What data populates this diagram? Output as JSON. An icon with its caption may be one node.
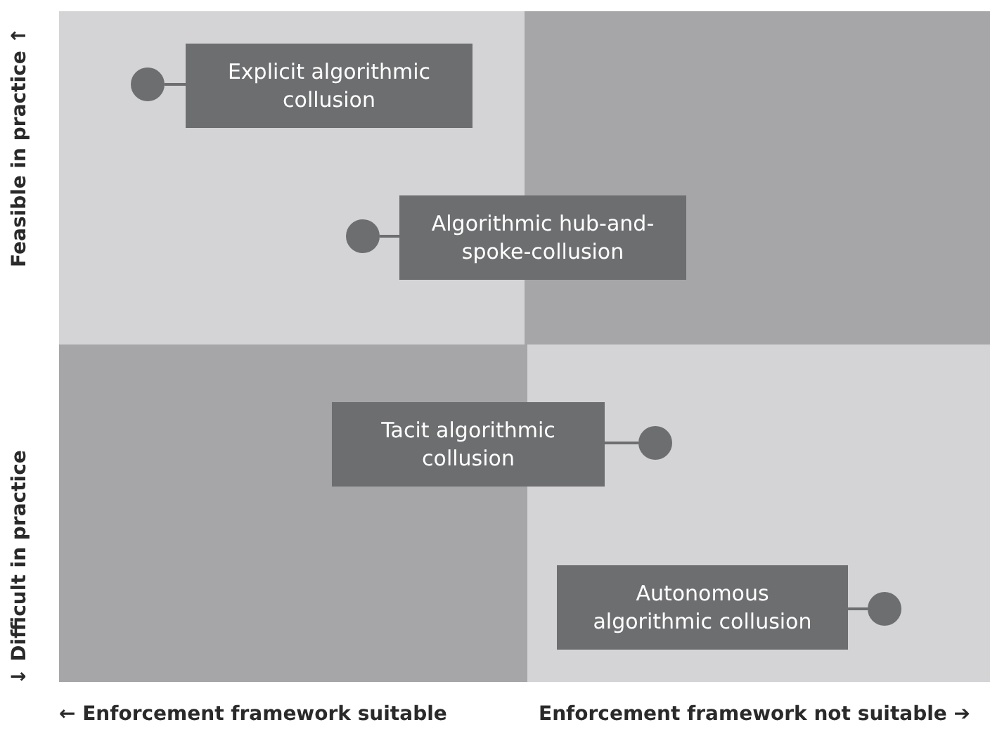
{
  "diagram": {
    "nodes": [
      {
        "text": [
          "Explicit algorithmic collusion"
        ]
      },
      {
        "text": [],
        "shape": "circle"
      },
      {
        "text": [
          "Algorithmic hub-and-spoke-collusion"
        ]
      },
      {
        "text": [],
        "shape": "circle"
      },
      {
        "text": [
          "Tacit algorithmic collusion"
        ]
      },
      {
        "text": [],
        "shape": "circle"
      },
      {
        "text": [
          "Autonomous algorithmic collusion"
        ]
      },
      {
        "text": [],
        "shape": "circle"
      }
    ],
    "edges": [
      {
        "from": 0,
        "to": 1,
        "arrow": "none"
      },
      {
        "from": 2,
        "to": 3,
        "arrow": "none"
      },
      {
        "from": 4,
        "to": 5,
        "arrow": "none"
      },
      {
        "from": 6,
        "to": 7,
        "arrow": "none"
      }
    ],
    "labels": [
      "Feasible in practice ↑",
      "↓ Difficult in practice",
      "← Enforcement framework suitable",
      "Enforcement framework not suitable ➔"
    ]
  }
}
